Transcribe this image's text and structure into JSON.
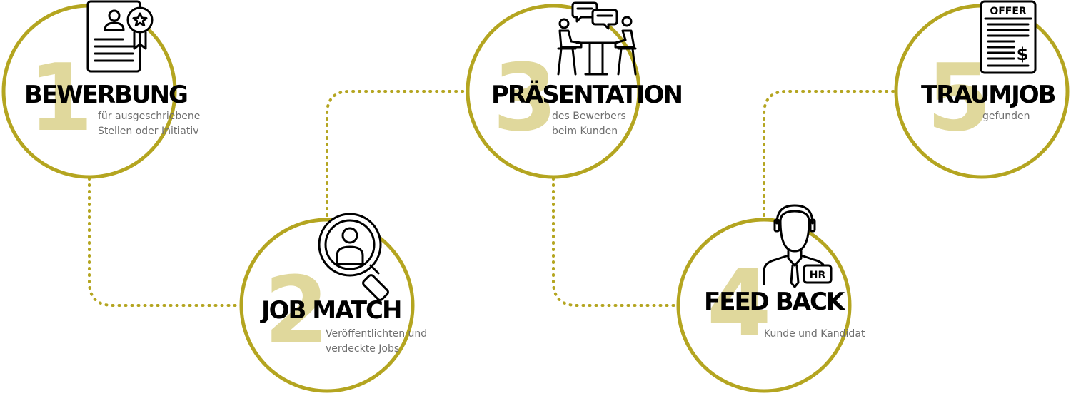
{
  "colors": {
    "ring": "#b4a520",
    "number": "#e0d89c",
    "title": "#000000",
    "subtitle": "#6e6e6e"
  },
  "steps": [
    {
      "number": "1",
      "title": "BEWERBUNG",
      "lines": [
        "für ausgeschriebene",
        "Stellen oder Initiativ"
      ],
      "icon": "certificate-icon"
    },
    {
      "number": "2",
      "title": "JOB MATCH",
      "lines": [
        "Veröffentlichten und",
        "verdeckte Jobs"
      ],
      "icon": "magnifier-person-icon"
    },
    {
      "number": "3",
      "title": "PRÄSENTATION",
      "lines": [
        "des Bewerbers",
        "beim Kunden"
      ],
      "icon": "meeting-icon"
    },
    {
      "number": "4",
      "title": "FEED BACK",
      "lines": [
        "Kunde und Kandidat"
      ],
      "icon": "hr-person-icon",
      "badge": "HR"
    },
    {
      "number": "5",
      "title": "TRAUMJOB",
      "lines": [
        "gefunden"
      ],
      "icon": "offer-document-icon",
      "badge": "OFFER"
    }
  ]
}
